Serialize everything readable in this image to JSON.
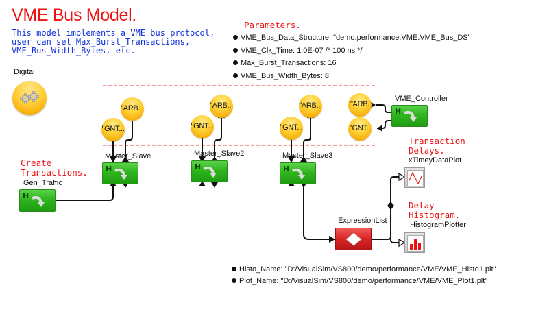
{
  "title": "VME Bus Model.",
  "description": [
    "This model implements a VME bus protocol,",
    "user can set Max_Burst_Transactions,",
    "VME_Bus_Width_Bytes, etc."
  ],
  "parameters": {
    "heading": "Parameters.",
    "items": [
      "VME_Bus_Data_Structure: \"demo.performance.VME.VME_Bus_DS\"",
      "VME_Clk_Time: 1.0E-07  /* 100 ns */",
      "Max_Burst_Transactions: 16",
      "VME_Bus_Width_Bytes: 8"
    ]
  },
  "director": {
    "label": "Digital",
    "icon": "gears-icon"
  },
  "annotations": {
    "create": [
      "Create",
      "Transactions."
    ],
    "delays": [
      "Transaction",
      "Delays."
    ],
    "histogram": [
      "Delay",
      "Histogram."
    ]
  },
  "blocks": {
    "gen_traffic": "Gen_Traffic",
    "master_slave": "Master_Slave",
    "master_slave2": "Master_Slave2",
    "master_slave3": "Master_Slave3",
    "vme_controller": "VME_Controller",
    "expression_list": "ExpressionList",
    "xtimey": "xTimeyDataPlot",
    "histogram": "HistogramPlotter"
  },
  "orbs": {
    "arb": "\"ARB...",
    "gnt": "\"GNT...",
    "arb_short": "\"ARB.",
    "gnt_short": "\"GNT.."
  },
  "files": [
    "Histo_Name: \"D:/VisualSim/VS800/demo/performance/VME/VME_Histo1.plt\"",
    "Plot_Name: \"D:/VisualSim/VS800/demo/performance/VME/VME_Plot1.plt\""
  ],
  "colors": {
    "annotation_red": "#ee1111",
    "description_blue": "#1133dd",
    "block_green": "#2fb51e",
    "block_red": "#d92424",
    "orb_yellow": "#ffd23a"
  }
}
